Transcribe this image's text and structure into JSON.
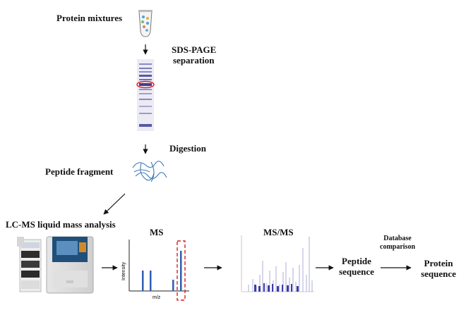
{
  "labels": {
    "protein_mixtures": "Protein mixtures",
    "sds_page_line1": "SDS-PAGE",
    "sds_page_line2": "separation",
    "digestion": "Digestion",
    "peptide_fragment": "Peptide fragment",
    "lcms": "LC-MS liquid mass analysis",
    "ms": "MS",
    "msms": "MS/MS",
    "database_line1": "Database",
    "database_line2": "comparison",
    "peptide_seq_line1": "Peptide",
    "peptide_seq_line2": "sequence",
    "protein_seq_line1": "Protein",
    "protein_seq_line2": "sequence"
  },
  "ms_chart": {
    "ylabel": "Intensity",
    "xlabel": "m/z"
  },
  "colors": {
    "peak_blue": "#2f5fb3",
    "highlight_red": "#d92020",
    "gel_band": "#5a5aa8",
    "spectrum": "#6f6fb8"
  }
}
